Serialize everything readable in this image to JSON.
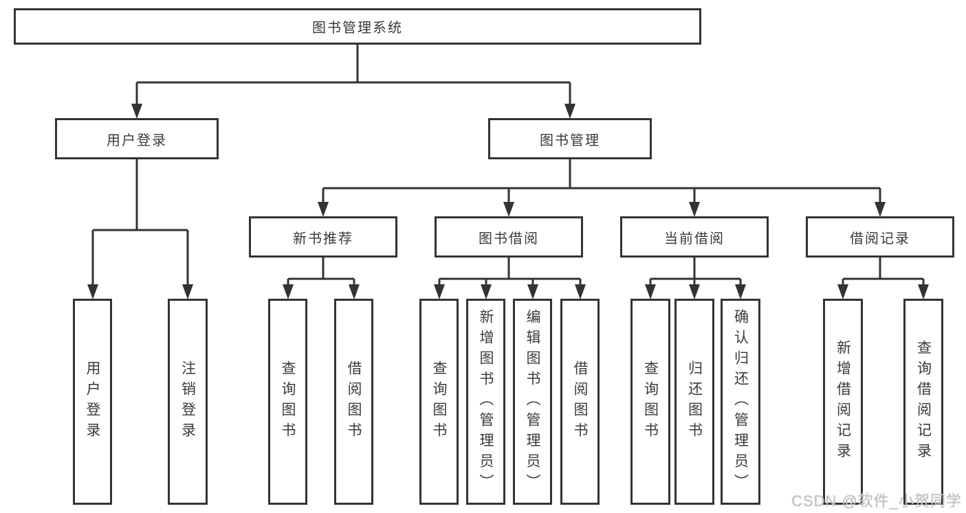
{
  "tree": {
    "label": "图书管理系统",
    "children": [
      {
        "label": "用户登录",
        "children": [
          {
            "label": "用户登录"
          },
          {
            "label": "注销登录"
          }
        ]
      },
      {
        "label": "图书管理",
        "children": [
          {
            "label": "新书推荐",
            "children": [
              {
                "label": "查询图书"
              },
              {
                "label": "借阅图书"
              }
            ]
          },
          {
            "label": "图书借阅",
            "children": [
              {
                "label": "查询图书"
              },
              {
                "label": "新增图书（管理员）"
              },
              {
                "label": "编辑图书（管理员）"
              },
              {
                "label": "借阅图书"
              }
            ]
          },
          {
            "label": "当前借阅",
            "children": [
              {
                "label": "查询图书"
              },
              {
                "label": "归还图书"
              },
              {
                "label": "确认归还（管理员）"
              }
            ]
          },
          {
            "label": "借阅记录",
            "children": [
              {
                "label": "新增借阅记录"
              },
              {
                "label": "查询借阅记录"
              }
            ]
          }
        ]
      }
    ]
  },
  "watermark": {
    "text": "CSDN @软件_小贺同学"
  },
  "colors": {
    "line": "#333333",
    "text": "#3a3a3a",
    "background": "#ffffff",
    "watermark": "#c9c2bf"
  }
}
